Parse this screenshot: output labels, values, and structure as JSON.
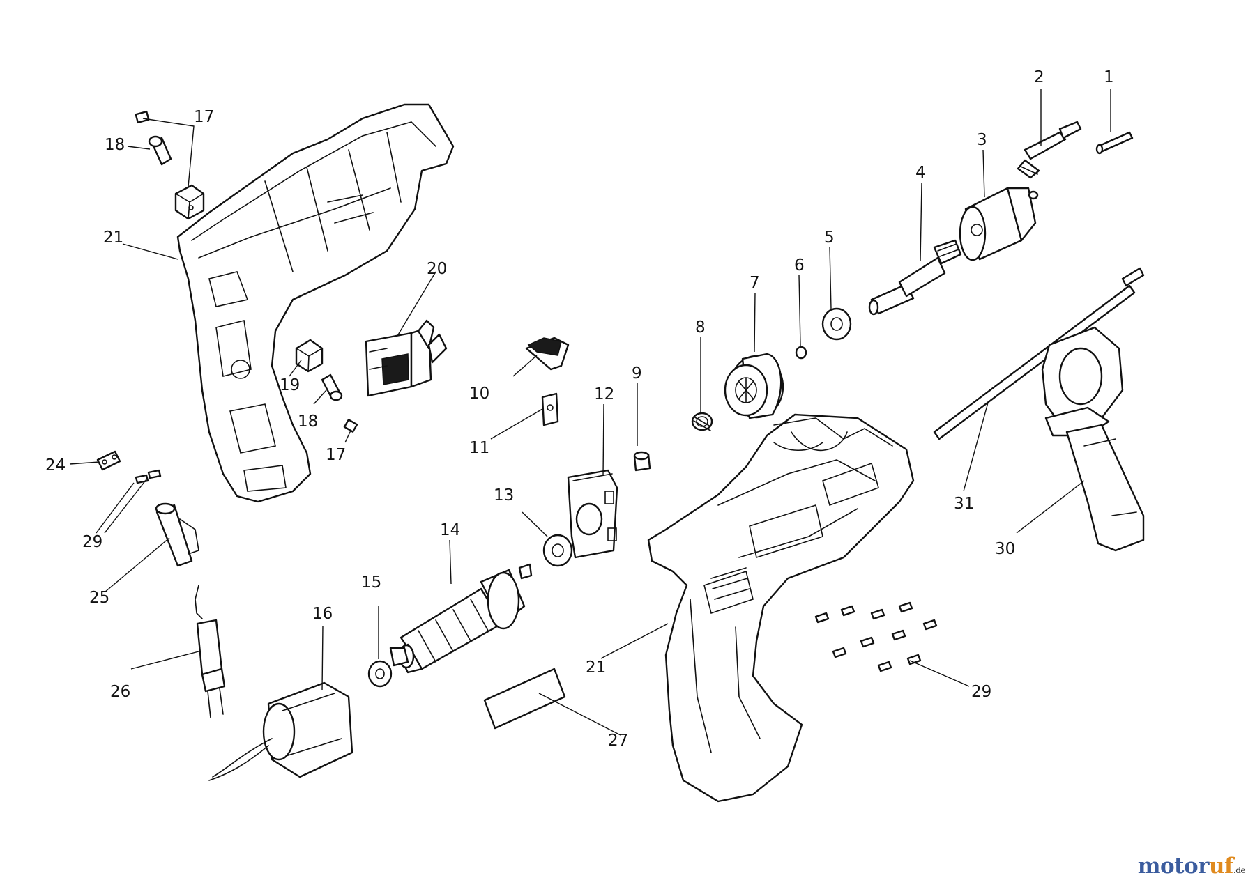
{
  "brand": {
    "part1": "motor",
    "part2": "uf",
    "tld": ".de",
    "color_primary": "#3b5c9e",
    "color_accent": "#e08a1e"
  },
  "labels": {
    "l1": "1",
    "l2": "2",
    "l3": "3",
    "l4": "4",
    "l5": "5",
    "l6": "6",
    "l7": "7",
    "l8": "8",
    "l9": "9",
    "l10": "10",
    "l11": "11",
    "l12": "12",
    "l13": "13",
    "l14": "14",
    "l15": "15",
    "l16": "16",
    "l17a": "17",
    "l17b": "17",
    "l18a": "18",
    "l18b": "18",
    "l19": "19",
    "l20": "20",
    "l21a": "21",
    "l21b": "21",
    "l24": "24",
    "l25": "25",
    "l26": "26",
    "l27": "27",
    "l29a": "29",
    "l29b": "29",
    "l30": "30",
    "l31": "31"
  }
}
